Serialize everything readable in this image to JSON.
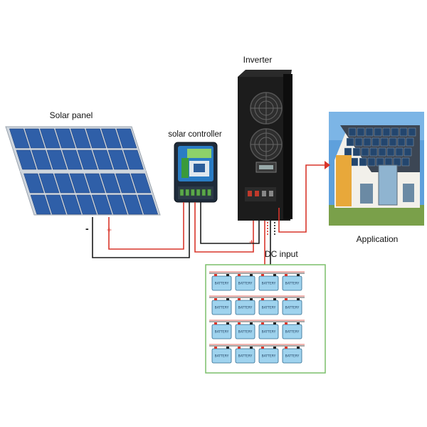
{
  "labels": {
    "solar_panel": "Solar panel",
    "solar_controller": "solar controller",
    "inverter": "Inverter",
    "application": "Application",
    "dc_input": "DC input",
    "minus_panel": "-",
    "plus_panel": "+",
    "plus_inverter": "+"
  },
  "battery_bank": {
    "rows": 4,
    "cols": 4,
    "cell_label": "BATTERY"
  },
  "colors": {
    "wire_positive": "#d9362b",
    "wire_negative": "#1a1a1a",
    "panel_cell": "#2f5fa8",
    "inverter_body": "#1c1c1c",
    "battery": "#9fd3ee",
    "bank_border": "#7bbf6a",
    "sky": "#5ea0dc"
  },
  "icons": {
    "house": "house-with-solar-roof-icon",
    "fan": "fan-icon"
  }
}
